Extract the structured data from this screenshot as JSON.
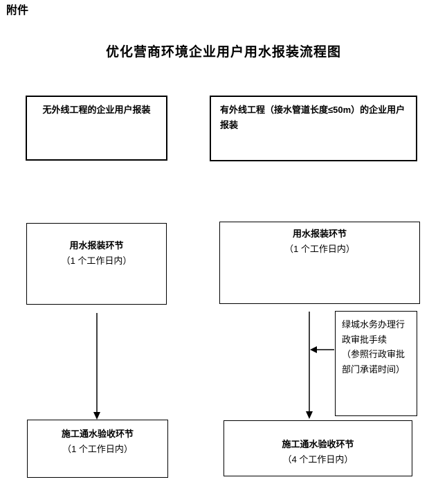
{
  "page": {
    "attachment_label": "附件",
    "title": "优化营商环境企业用户用水报装流程图"
  },
  "flowchart": {
    "left_branch": {
      "entry": "无外线工程的企业用户报装",
      "step1_title": "用水报装环节",
      "step1_duration": "（1 个工作日内）",
      "step2_title": "施工通水验收环节",
      "step2_duration": "（1 个工作日内）"
    },
    "right_branch": {
      "entry": "有外线工程（接水管道长度≤50m）的企业用户\n报装",
      "step1_title": "用水报装环节",
      "step1_duration": "（1 个工作日内）",
      "approval_note": "绿城水务办理行\n政审批手续\n（参照行政审批\n部门承诺时间）",
      "step2_title": "施工通水验收环节",
      "step2_duration": "（4 个工作日内）"
    }
  }
}
